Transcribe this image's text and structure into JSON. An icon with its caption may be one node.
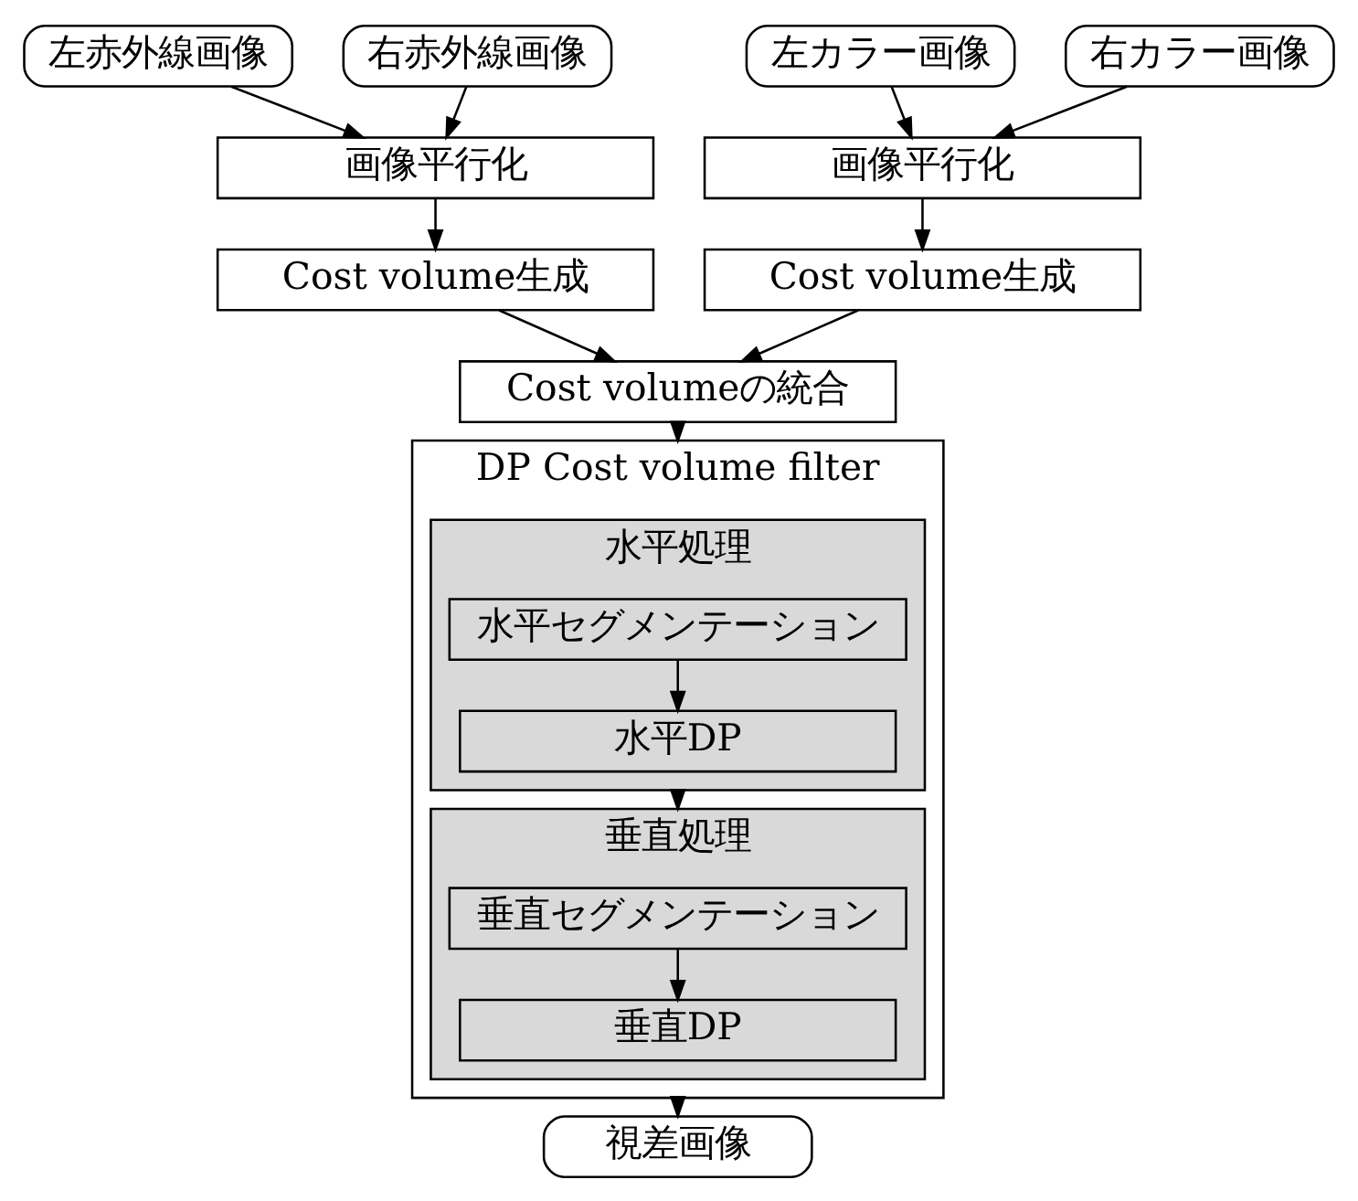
{
  "diagram": {
    "nodes": [
      {
        "text": [
          "左赤外線画像"
        ]
      },
      {
        "text": [
          "右赤外線画像"
        ]
      },
      {
        "text": [
          "左カラー画像"
        ]
      },
      {
        "text": [
          "右カラー画像"
        ]
      },
      {
        "text": [
          "画像平行化"
        ]
      },
      {
        "text": [
          "画像平行化"
        ]
      },
      {
        "text": [
          "Cost volume生成"
        ]
      },
      {
        "text": [
          "Cost volume生成"
        ]
      },
      {
        "text": [
          "Cost volumeの統合"
        ]
      },
      {
        "text": [
          "DP Cost volume filter"
        ]
      },
      {
        "text": [
          "水平処理"
        ],
        "in": 9
      },
      {
        "text": [
          "水平セグメンテーション"
        ],
        "in": 10
      },
      {
        "text": [
          "水平DP"
        ],
        "in": 10
      },
      {
        "text": [
          "垂直処理"
        ],
        "in": 9
      },
      {
        "text": [
          "垂直セグメンテーション"
        ],
        "in": 13
      },
      {
        "text": [
          "垂直DP"
        ],
        "in": 13
      },
      {
        "text": [
          "視差画像"
        ]
      }
    ],
    "edges": [
      {
        "from": 0,
        "to": 4,
        "arrow": "to"
      },
      {
        "from": 1,
        "to": 4,
        "arrow": "to"
      },
      {
        "from": 2,
        "to": 5,
        "arrow": "to"
      },
      {
        "from": 3,
        "to": 5,
        "arrow": "to"
      },
      {
        "from": 4,
        "to": 6,
        "arrow": "to"
      },
      {
        "from": 5,
        "to": 7,
        "arrow": "to"
      },
      {
        "from": 6,
        "to": 8,
        "arrow": "to"
      },
      {
        "from": 7,
        "to": 8,
        "arrow": "to"
      },
      {
        "from": 8,
        "to": 9,
        "arrow": "to"
      },
      {
        "from": 11,
        "to": 12,
        "arrow": "to"
      },
      {
        "from": 10,
        "to": 13,
        "arrow": "to"
      },
      {
        "from": 14,
        "to": 15,
        "arrow": "to"
      },
      {
        "from": 9,
        "to": 16,
        "arrow": "to"
      }
    ]
  }
}
